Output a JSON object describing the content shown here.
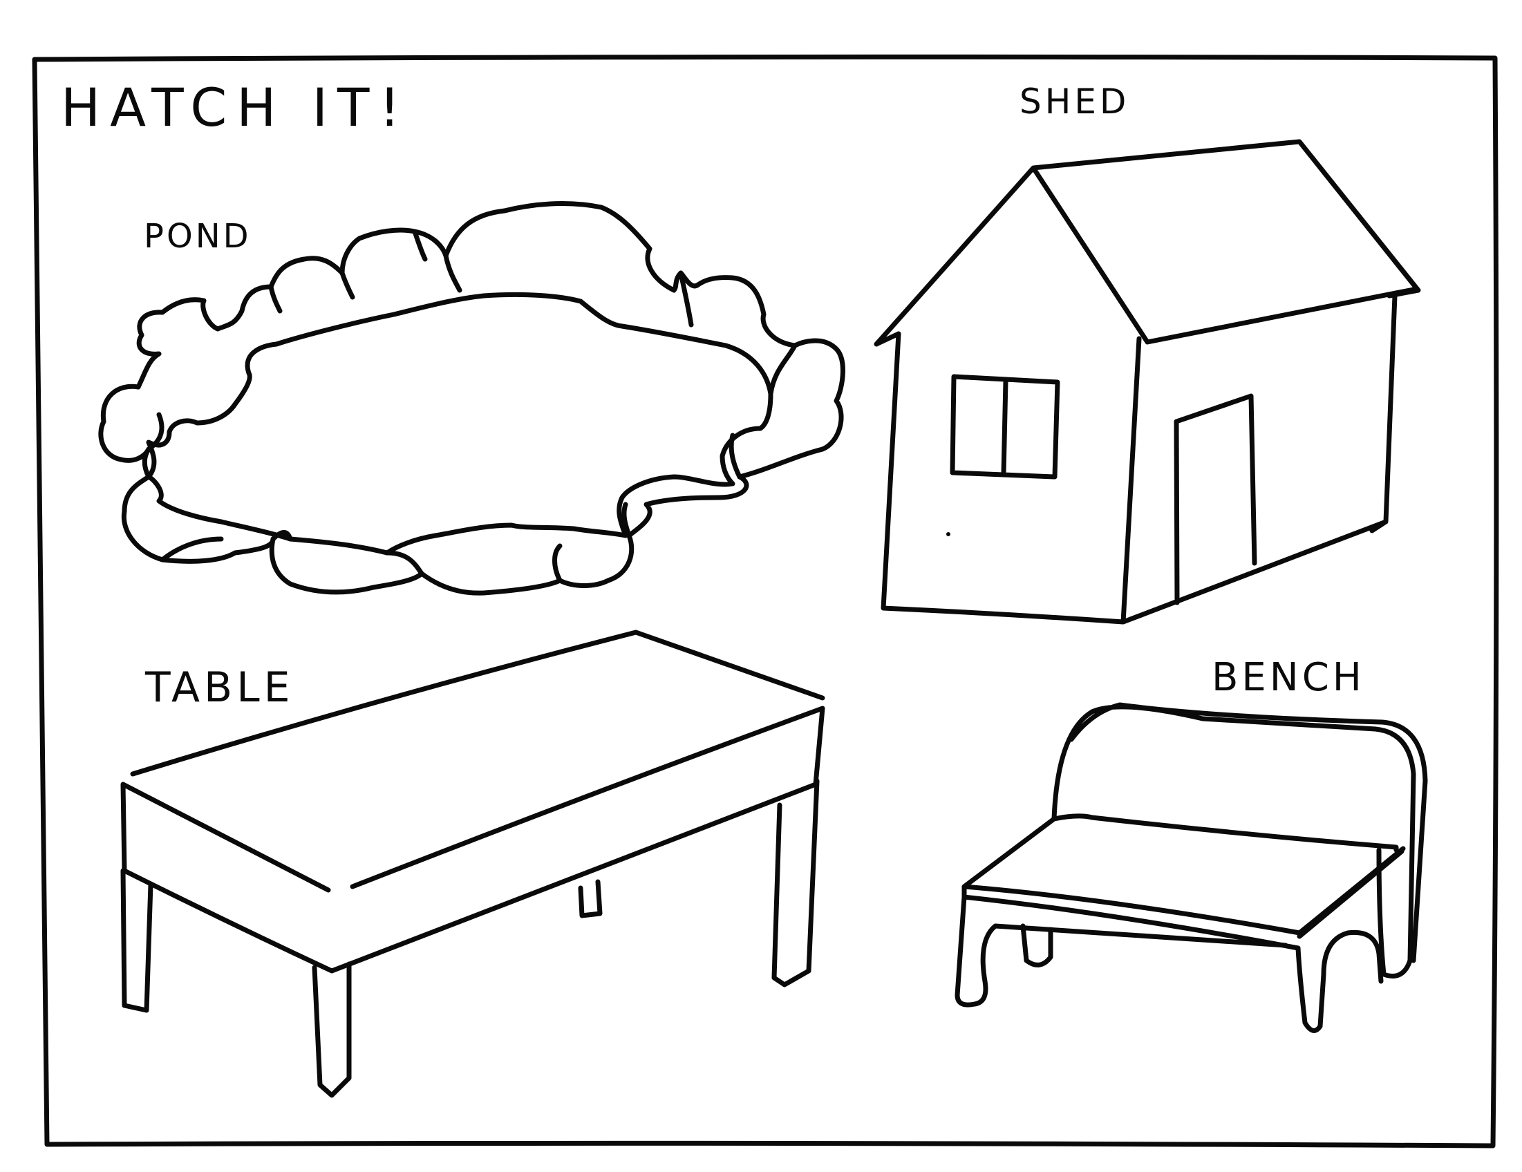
{
  "worksheet": {
    "title": "HATCH IT!",
    "items": [
      {
        "label": "POND"
      },
      {
        "label": "SHED"
      },
      {
        "label": "TABLE"
      },
      {
        "label": "BENCH"
      }
    ]
  },
  "colors": {
    "ink": "#0a0a0a",
    "paper": "#ffffff"
  }
}
